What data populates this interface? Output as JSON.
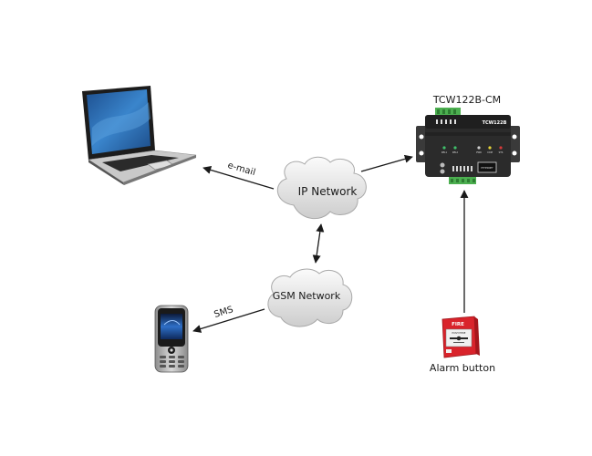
{
  "diagram": {
    "nodes": {
      "laptop": {
        "label": "",
        "kind": "laptop"
      },
      "ip_network": {
        "label": "IP Network",
        "kind": "cloud"
      },
      "gsm_network": {
        "label": "GSM Network",
        "kind": "cloud"
      },
      "device": {
        "label": "TCW122B-CM",
        "kind": "controller",
        "panel_text": "TCW122B",
        "port_text": "ETHERNET",
        "led_labels": [
          "REL1",
          "REL2",
          "PWR",
          "COM",
          "STS"
        ]
      },
      "phone": {
        "label": "",
        "kind": "mobile-phone"
      },
      "alarm": {
        "label": "Alarm button",
        "kind": "fire-alarm-button",
        "panel_text": "FIRE",
        "glass_text": "PUSH HERE"
      }
    },
    "edges": [
      {
        "from": "ip_network",
        "to": "laptop",
        "label": "e-mail",
        "direction": "forward"
      },
      {
        "from": "ip_network",
        "to": "device",
        "label": "",
        "direction": "forward"
      },
      {
        "from": "ip_network",
        "to": "gsm_network",
        "label": "",
        "direction": "both"
      },
      {
        "from": "gsm_network",
        "to": "phone",
        "label": "SMS",
        "direction": "forward"
      },
      {
        "from": "alarm",
        "to": "device",
        "label": "",
        "direction": "forward"
      }
    ],
    "colors": {
      "arrow": "#1a1a1a",
      "cloud_fill_top": "#f7f7f7",
      "cloud_fill_bottom": "#cfcfcf",
      "cloud_stroke": "#a9a9a9",
      "device_body": "#2b2b2b",
      "terminal_green": "#4caf50",
      "alarm_red": "#d9232b",
      "laptop_screen": "#2d6eb5"
    }
  }
}
